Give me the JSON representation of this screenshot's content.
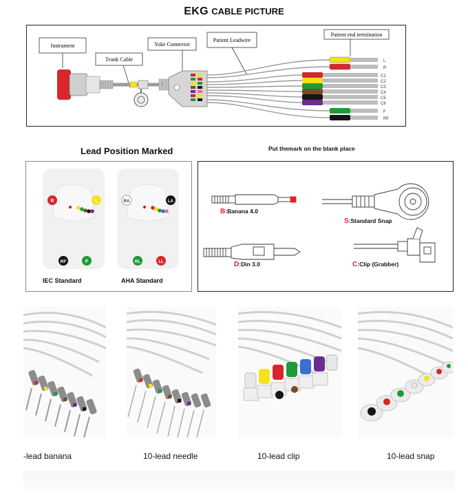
{
  "title": {
    "prefix": "EKG",
    "rest": "CABLE PICTURE"
  },
  "cable_diagram": {
    "callouts": {
      "instrument": "Instrument",
      "trunk_cable": "Trunk Cable",
      "yoke_connector": "Yoke Connector",
      "patient_leadwire": "Patient Leadwire",
      "patient_end": "Patient end termination"
    },
    "lead_tags": [
      "L",
      "R",
      "C1",
      "C2",
      "C3",
      "C4",
      "C5",
      "C6",
      "F",
      "RF"
    ],
    "colors": {
      "red": "#d8262b",
      "yellow": "#f2e21b",
      "green": "#1e9a3a",
      "brown": "#7a4a2a",
      "black": "#151515",
      "purple": "#6b2d8c",
      "pink": "#e86aa0",
      "grey": "#9a9a9a"
    }
  },
  "lead_position": {
    "heading": "Lead Position Marked",
    "iec": {
      "caption": "IEC Standard",
      "labels": [
        "R",
        "L",
        "RF",
        "F"
      ]
    },
    "aha": {
      "caption": "AHA Standard",
      "labels": [
        "RA",
        "LA",
        "RL",
        "LL"
      ]
    }
  },
  "connectors": {
    "heading": "Put themark on the blank place",
    "banana": {
      "letter": "B",
      "text": ":Banana 4.0"
    },
    "snap": {
      "letter": "S",
      "text": ":Standard Snap"
    },
    "din": {
      "letter": "D",
      "text": ":Din 3.0"
    },
    "clip": {
      "letter": "C",
      "text": ":Clip (Grabber)"
    }
  },
  "photos": [
    {
      "label": "-lead banana"
    },
    {
      "label": "10-lead needle"
    },
    {
      "label": "10-lead clip"
    },
    {
      "label": "10-lead snap"
    }
  ]
}
